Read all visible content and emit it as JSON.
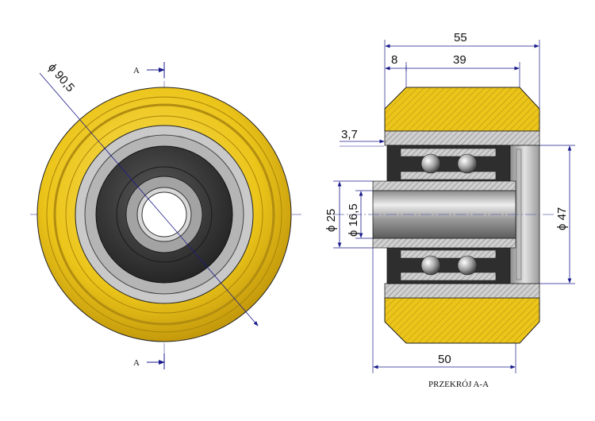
{
  "front_view": {
    "section_mark_top": "A",
    "section_mark_bottom": "A",
    "diameter_outer": "ϕ 90,5"
  },
  "section_view": {
    "caption": "PRZEKRÓJ A-A",
    "dim_total_width": "55",
    "dim_offset": "8",
    "dim_tread_width": "39",
    "dim_groove": "3,7",
    "dim_bore_diameter": "ϕ 25",
    "dim_shaft_diameter": "ϕ 16,5",
    "dim_bearing_diameter": "ϕ 47",
    "dim_base_width": "50"
  },
  "colors": {
    "polyurethane": "#ecc51a",
    "polyurethane_dark": "#c49a0c",
    "steel_light": "#cfcfcf",
    "steel_mid": "#a8a8a8",
    "seal_dark": "#3a3a3a",
    "dimension_line": "#1a1a8c"
  }
}
